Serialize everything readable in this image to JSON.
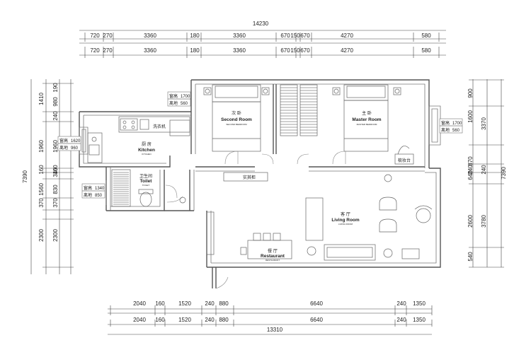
{
  "total_width_top": "14230",
  "total_width_bottom": "13310",
  "top_dims_row1": [
    "720",
    "270",
    "3360",
    "180",
    "3360",
    "670",
    "150",
    "670",
    "4270",
    "580"
  ],
  "top_dims_row2": [
    "720",
    "270",
    "3360",
    "180",
    "3360",
    "670",
    "150",
    "670",
    "4270",
    "580"
  ],
  "bottom_dims_row1": [
    "2040",
    "160",
    "1520",
    "240",
    "880",
    "6640",
    "240",
    "1350"
  ],
  "bottom_dims_row2": [
    "2040",
    "160",
    "1520",
    "240",
    "880",
    "6640",
    "240",
    "1350"
  ],
  "left_total": "7390",
  "left_dims_outer": [
    "1410",
    "1960",
    "160",
    "1560",
    "370",
    "2300"
  ],
  "left_dims_inner": [
    "190",
    "980",
    "240",
    "1960",
    "160",
    "340",
    "830",
    "370",
    "2300"
  ],
  "right_total": "7390",
  "right_dims_outer": [
    "3370",
    "240",
    "3780"
  ],
  "right_dims_inner": [
    "900",
    "1600",
    "870",
    "640",
    "240",
    "2600",
    "540"
  ],
  "rooms": {
    "second_room": {
      "cn": "次 卧",
      "en": "Second Room",
      "sub": "SECOND BEDROOM"
    },
    "master_room": {
      "cn": "主 卧",
      "en": "Master Room",
      "sub": "MASTER BEDROOM"
    },
    "kitchen": {
      "cn": "厨 房",
      "en": "Kitchen",
      "sub": "KITCHEN"
    },
    "toilet": {
      "cn": "卫生间",
      "en": "Toilet",
      "sub": "TOILET"
    },
    "living_room": {
      "cn": "客 厅",
      "en": "Living Room",
      "sub": "LIVING ROOM"
    },
    "restaurant": {
      "cn": "餐 厅",
      "en": "Restaurant",
      "sub": "RESTAURANT"
    }
  },
  "labels": {
    "washer": "洗衣机",
    "shoe_cabinet": "实其柜",
    "dresser": "梳妆台"
  },
  "windows": {
    "second_room": {
      "h_label": "窗高",
      "h": "1700",
      "s_label": "离地",
      "s": "560"
    },
    "master_room": {
      "h_label": "窗高",
      "h": "1700",
      "s_label": "离地",
      "s": "560"
    },
    "kitchen": {
      "h_label": "窗高",
      "h": "1620",
      "s_label": "离地",
      "s": "960"
    },
    "toilet": {
      "h_label": "窗高",
      "h": "1340",
      "s_label": "离地",
      "s": "850"
    }
  }
}
